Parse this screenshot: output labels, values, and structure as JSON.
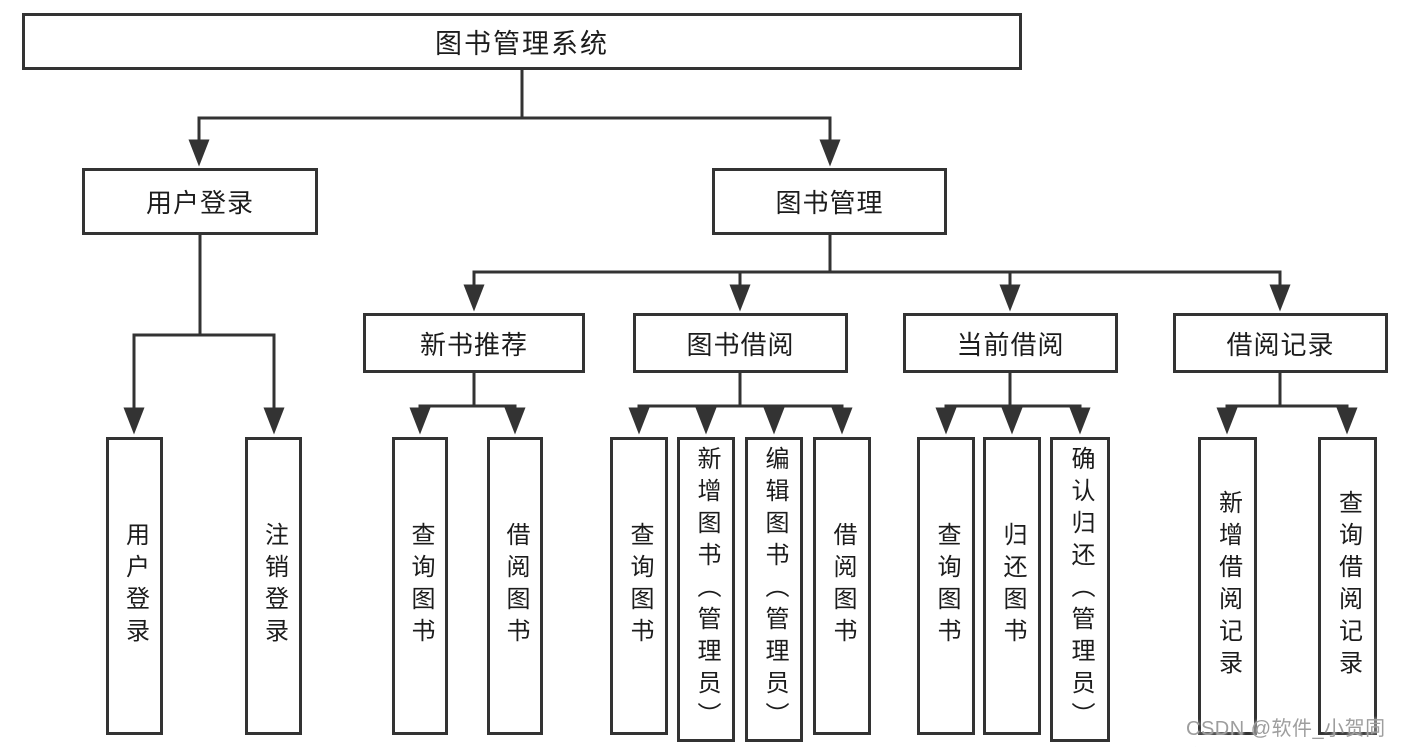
{
  "tree": {
    "root": "图书管理系统",
    "login": {
      "label": "用户登录",
      "children": [
        "用户登录",
        "注销登录"
      ]
    },
    "management": {
      "label": "图书管理",
      "groups": [
        {
          "label": "新书推荐",
          "children": [
            "查询图书",
            "借阅图书"
          ]
        },
        {
          "label": "图书借阅",
          "children": [
            "查询图书",
            "新增图书（管理员）",
            "编辑图书（管理员）",
            "借阅图书"
          ]
        },
        {
          "label": "当前借阅",
          "children": [
            "查询图书",
            "归还图书",
            "确认归还（管理员）"
          ]
        },
        {
          "label": "借阅记录",
          "children": [
            "新增借阅记录",
            "查询借阅记录"
          ]
        }
      ]
    }
  },
  "watermark": "CSDN @软件_小贺同学",
  "colors": {
    "line": "#333333",
    "box_border": "#333333",
    "text": "#1c1c1c",
    "watermark": "#9e9e9e",
    "background": "#ffffff"
  }
}
